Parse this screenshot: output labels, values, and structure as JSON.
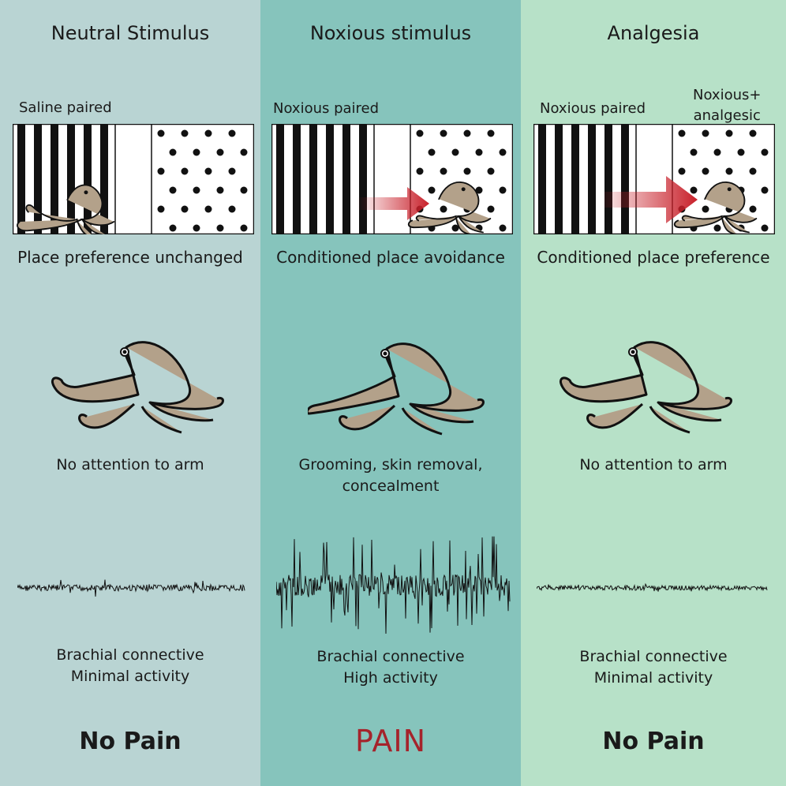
{
  "panels": [
    {
      "title": "Neutral Stimulus",
      "box_labels": [
        "Saline paired"
      ],
      "place_result": "Place preference unchanged",
      "behavior": [
        "No attention to arm"
      ],
      "nerve_lines": [
        "Brachial connective",
        "Minimal activity"
      ],
      "verdict": "No Pain",
      "color": "#b9d4d3"
    },
    {
      "title": "Noxious stimulus",
      "box_labels": [
        "Noxious paired"
      ],
      "place_result": "Conditioned place avoidance",
      "behavior": [
        "Grooming, skin removal,",
        "concealment"
      ],
      "nerve_lines": [
        "Brachial connective",
        "High activity"
      ],
      "verdict": "PAIN",
      "color": "#86c4bc"
    },
    {
      "title": "Analgesia",
      "box_labels": [
        "Noxious paired",
        "Noxious+",
        "analgesic"
      ],
      "place_result": "Conditioned place preference",
      "behavior": [
        "No attention to arm"
      ],
      "nerve_lines": [
        "Brachial connective",
        "Minimal activity"
      ],
      "verdict": "No Pain",
      "color": "#b7e1c8"
    }
  ],
  "colors": {
    "arrow": "#c8202a",
    "pain_text": "#a5232b",
    "octopus": "#b3a18a"
  }
}
